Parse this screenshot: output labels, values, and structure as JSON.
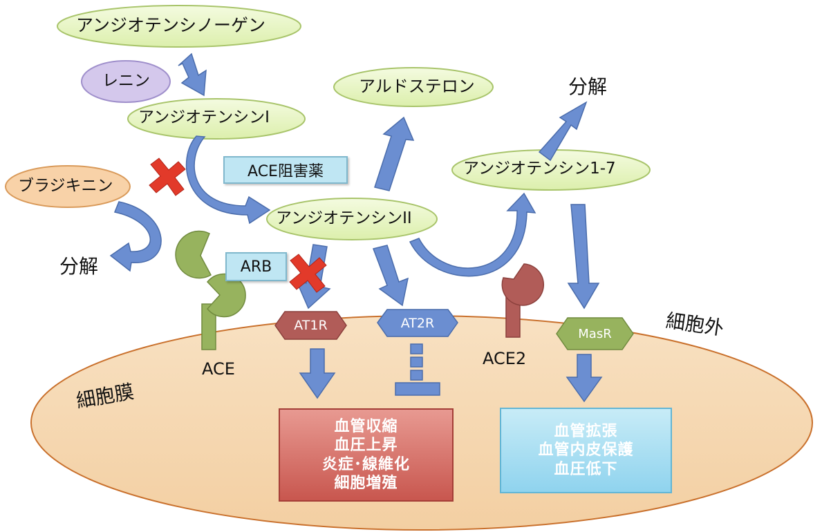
{
  "nodes": {
    "angiotensinogen": "アンジオテンシノーゲン",
    "renin": "レニン",
    "angiotensin_1": "アンジオテンシンI",
    "bradykinin": "ブラジキニン",
    "angiotensin_2": "アンジオテンシンII",
    "aldosterone": "アルドステロン",
    "angiotensin_1_7": "アンジオテンシン1-7",
    "degradation_left": "分解",
    "degradation_right": "分解"
  },
  "drugs": {
    "ace_inhibitor": "ACE阻害薬",
    "arb": "ARB"
  },
  "receptors": {
    "at1r": "AT1R",
    "at2r": "AT2R",
    "masr": "MasR"
  },
  "enzymes": {
    "ace": "ACE",
    "ace2": "ACE2"
  },
  "regions": {
    "extracellular": "細胞外",
    "membrane": "細胞膜"
  },
  "effects": {
    "at1r": [
      "血管収縮",
      "血圧上昇",
      "炎症･線維化",
      "細胞増殖"
    ],
    "masr": [
      "血管拡張",
      "血管内皮保護",
      "血圧低下"
    ]
  },
  "colors": {
    "node_fill": "#e9f5c6",
    "node_stroke": "#a8c46a",
    "renin_fill": "#d4c8ec",
    "bradykinin_fill": "#f8d2a8",
    "arrow_fill": "#6b8ed1",
    "cell_fill": "#f6d8b4",
    "receptor_red": "#b15c58",
    "receptor_blue": "#6b8ed1",
    "receptor_green": "#97b35e",
    "block_red": "#e23a2a"
  }
}
